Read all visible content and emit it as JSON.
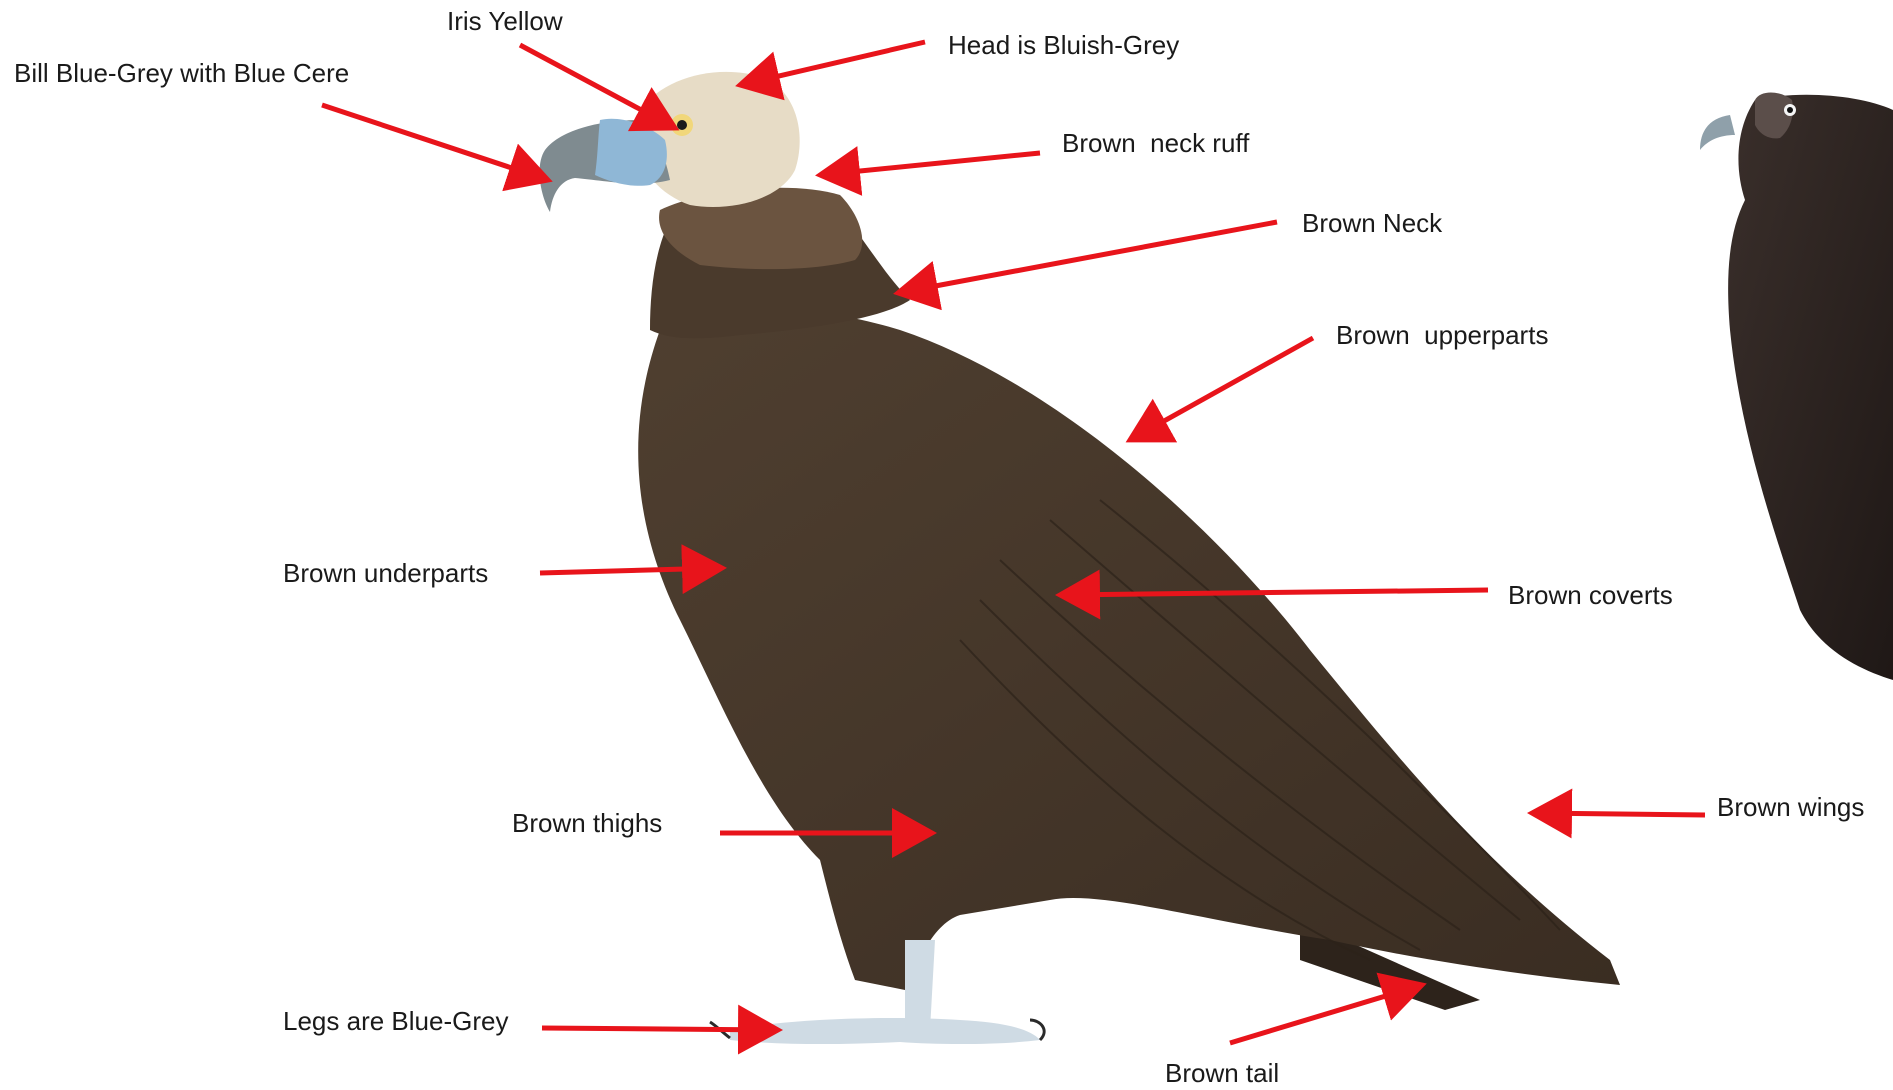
{
  "labels": {
    "iris": "Iris Yellow",
    "head": "Head is Bluish-Grey",
    "bill": "Bill Blue-Grey with Blue Cere",
    "neck_ruff": "Brown  neck ruff",
    "neck": "Brown Neck",
    "upperparts": "Brown  upperparts",
    "underparts": "Brown underparts",
    "coverts": "Brown coverts",
    "thighs": "Brown thighs",
    "wings": "Brown wings",
    "legs": "Legs are Blue-Grey",
    "tail": "Brown tail"
  },
  "colors": {
    "arrow": "#e8141b",
    "plumage": "#4a3a2c",
    "plumage_dark": "#2f251c",
    "head_skin": "#e7dcc6",
    "bill": "#8fb7d6",
    "legs": "#cfdbe4",
    "photo_bird": "#2a2220"
  }
}
